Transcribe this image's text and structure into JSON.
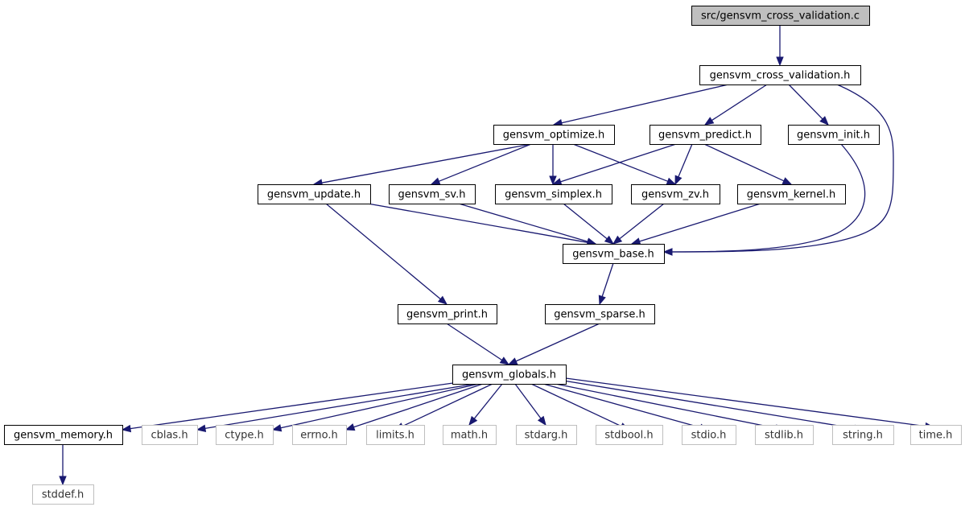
{
  "colors": {
    "edge": "#191970",
    "root_fill": "#bfbfbf",
    "root_border": "#000000",
    "node_fill": "#ffffff",
    "node_border": "#000000",
    "sys_border": "#bfbfbf",
    "sys_text": "#333333"
  },
  "nodes": [
    {
      "id": "root",
      "label": "src/gensvm_cross_validation.c",
      "kind": "root"
    },
    {
      "id": "cv",
      "label": "gensvm_cross_validation.h",
      "kind": "header"
    },
    {
      "id": "optimize",
      "label": "gensvm_optimize.h",
      "kind": "header"
    },
    {
      "id": "predict",
      "label": "gensvm_predict.h",
      "kind": "header"
    },
    {
      "id": "init",
      "label": "gensvm_init.h",
      "kind": "header"
    },
    {
      "id": "update",
      "label": "gensvm_update.h",
      "kind": "header"
    },
    {
      "id": "sv",
      "label": "gensvm_sv.h",
      "kind": "header"
    },
    {
      "id": "simplex",
      "label": "gensvm_simplex.h",
      "kind": "header"
    },
    {
      "id": "zv",
      "label": "gensvm_zv.h",
      "kind": "header"
    },
    {
      "id": "kernel",
      "label": "gensvm_kernel.h",
      "kind": "header"
    },
    {
      "id": "base",
      "label": "gensvm_base.h",
      "kind": "header"
    },
    {
      "id": "print",
      "label": "gensvm_print.h",
      "kind": "header"
    },
    {
      "id": "sparse",
      "label": "gensvm_sparse.h",
      "kind": "header"
    },
    {
      "id": "globals",
      "label": "gensvm_globals.h",
      "kind": "header"
    },
    {
      "id": "memory",
      "label": "gensvm_memory.h",
      "kind": "header"
    },
    {
      "id": "cblas",
      "label": "cblas.h",
      "kind": "system"
    },
    {
      "id": "ctype",
      "label": "ctype.h",
      "kind": "system"
    },
    {
      "id": "errno",
      "label": "errno.h",
      "kind": "system"
    },
    {
      "id": "limits",
      "label": "limits.h",
      "kind": "system"
    },
    {
      "id": "math",
      "label": "math.h",
      "kind": "system"
    },
    {
      "id": "stdarg",
      "label": "stdarg.h",
      "kind": "system"
    },
    {
      "id": "stdbool",
      "label": "stdbool.h",
      "kind": "system"
    },
    {
      "id": "stdio",
      "label": "stdio.h",
      "kind": "system"
    },
    {
      "id": "stdlib",
      "label": "stdlib.h",
      "kind": "system"
    },
    {
      "id": "string",
      "label": "string.h",
      "kind": "system"
    },
    {
      "id": "time",
      "label": "time.h",
      "kind": "system"
    },
    {
      "id": "stddef",
      "label": "stddef.h",
      "kind": "system"
    }
  ],
  "edges": [
    {
      "from": "root",
      "to": "cv"
    },
    {
      "from": "cv",
      "to": "optimize"
    },
    {
      "from": "cv",
      "to": "predict"
    },
    {
      "from": "cv",
      "to": "init"
    },
    {
      "from": "cv",
      "to": "base"
    },
    {
      "from": "optimize",
      "to": "update"
    },
    {
      "from": "optimize",
      "to": "sv"
    },
    {
      "from": "optimize",
      "to": "simplex"
    },
    {
      "from": "optimize",
      "to": "zv"
    },
    {
      "from": "predict",
      "to": "simplex"
    },
    {
      "from": "predict",
      "to": "zv"
    },
    {
      "from": "predict",
      "to": "kernel"
    },
    {
      "from": "init",
      "to": "base"
    },
    {
      "from": "update",
      "to": "base"
    },
    {
      "from": "update",
      "to": "print"
    },
    {
      "from": "sv",
      "to": "base"
    },
    {
      "from": "simplex",
      "to": "base"
    },
    {
      "from": "zv",
      "to": "base"
    },
    {
      "from": "kernel",
      "to": "base"
    },
    {
      "from": "base",
      "to": "sparse"
    },
    {
      "from": "print",
      "to": "globals"
    },
    {
      "from": "sparse",
      "to": "globals"
    },
    {
      "from": "globals",
      "to": "memory"
    },
    {
      "from": "globals",
      "to": "cblas"
    },
    {
      "from": "globals",
      "to": "ctype"
    },
    {
      "from": "globals",
      "to": "errno"
    },
    {
      "from": "globals",
      "to": "limits"
    },
    {
      "from": "globals",
      "to": "math"
    },
    {
      "from": "globals",
      "to": "stdarg"
    },
    {
      "from": "globals",
      "to": "stdbool"
    },
    {
      "from": "globals",
      "to": "stdio"
    },
    {
      "from": "globals",
      "to": "stdlib"
    },
    {
      "from": "globals",
      "to": "string"
    },
    {
      "from": "globals",
      "to": "time"
    },
    {
      "from": "memory",
      "to": "stddef"
    }
  ]
}
